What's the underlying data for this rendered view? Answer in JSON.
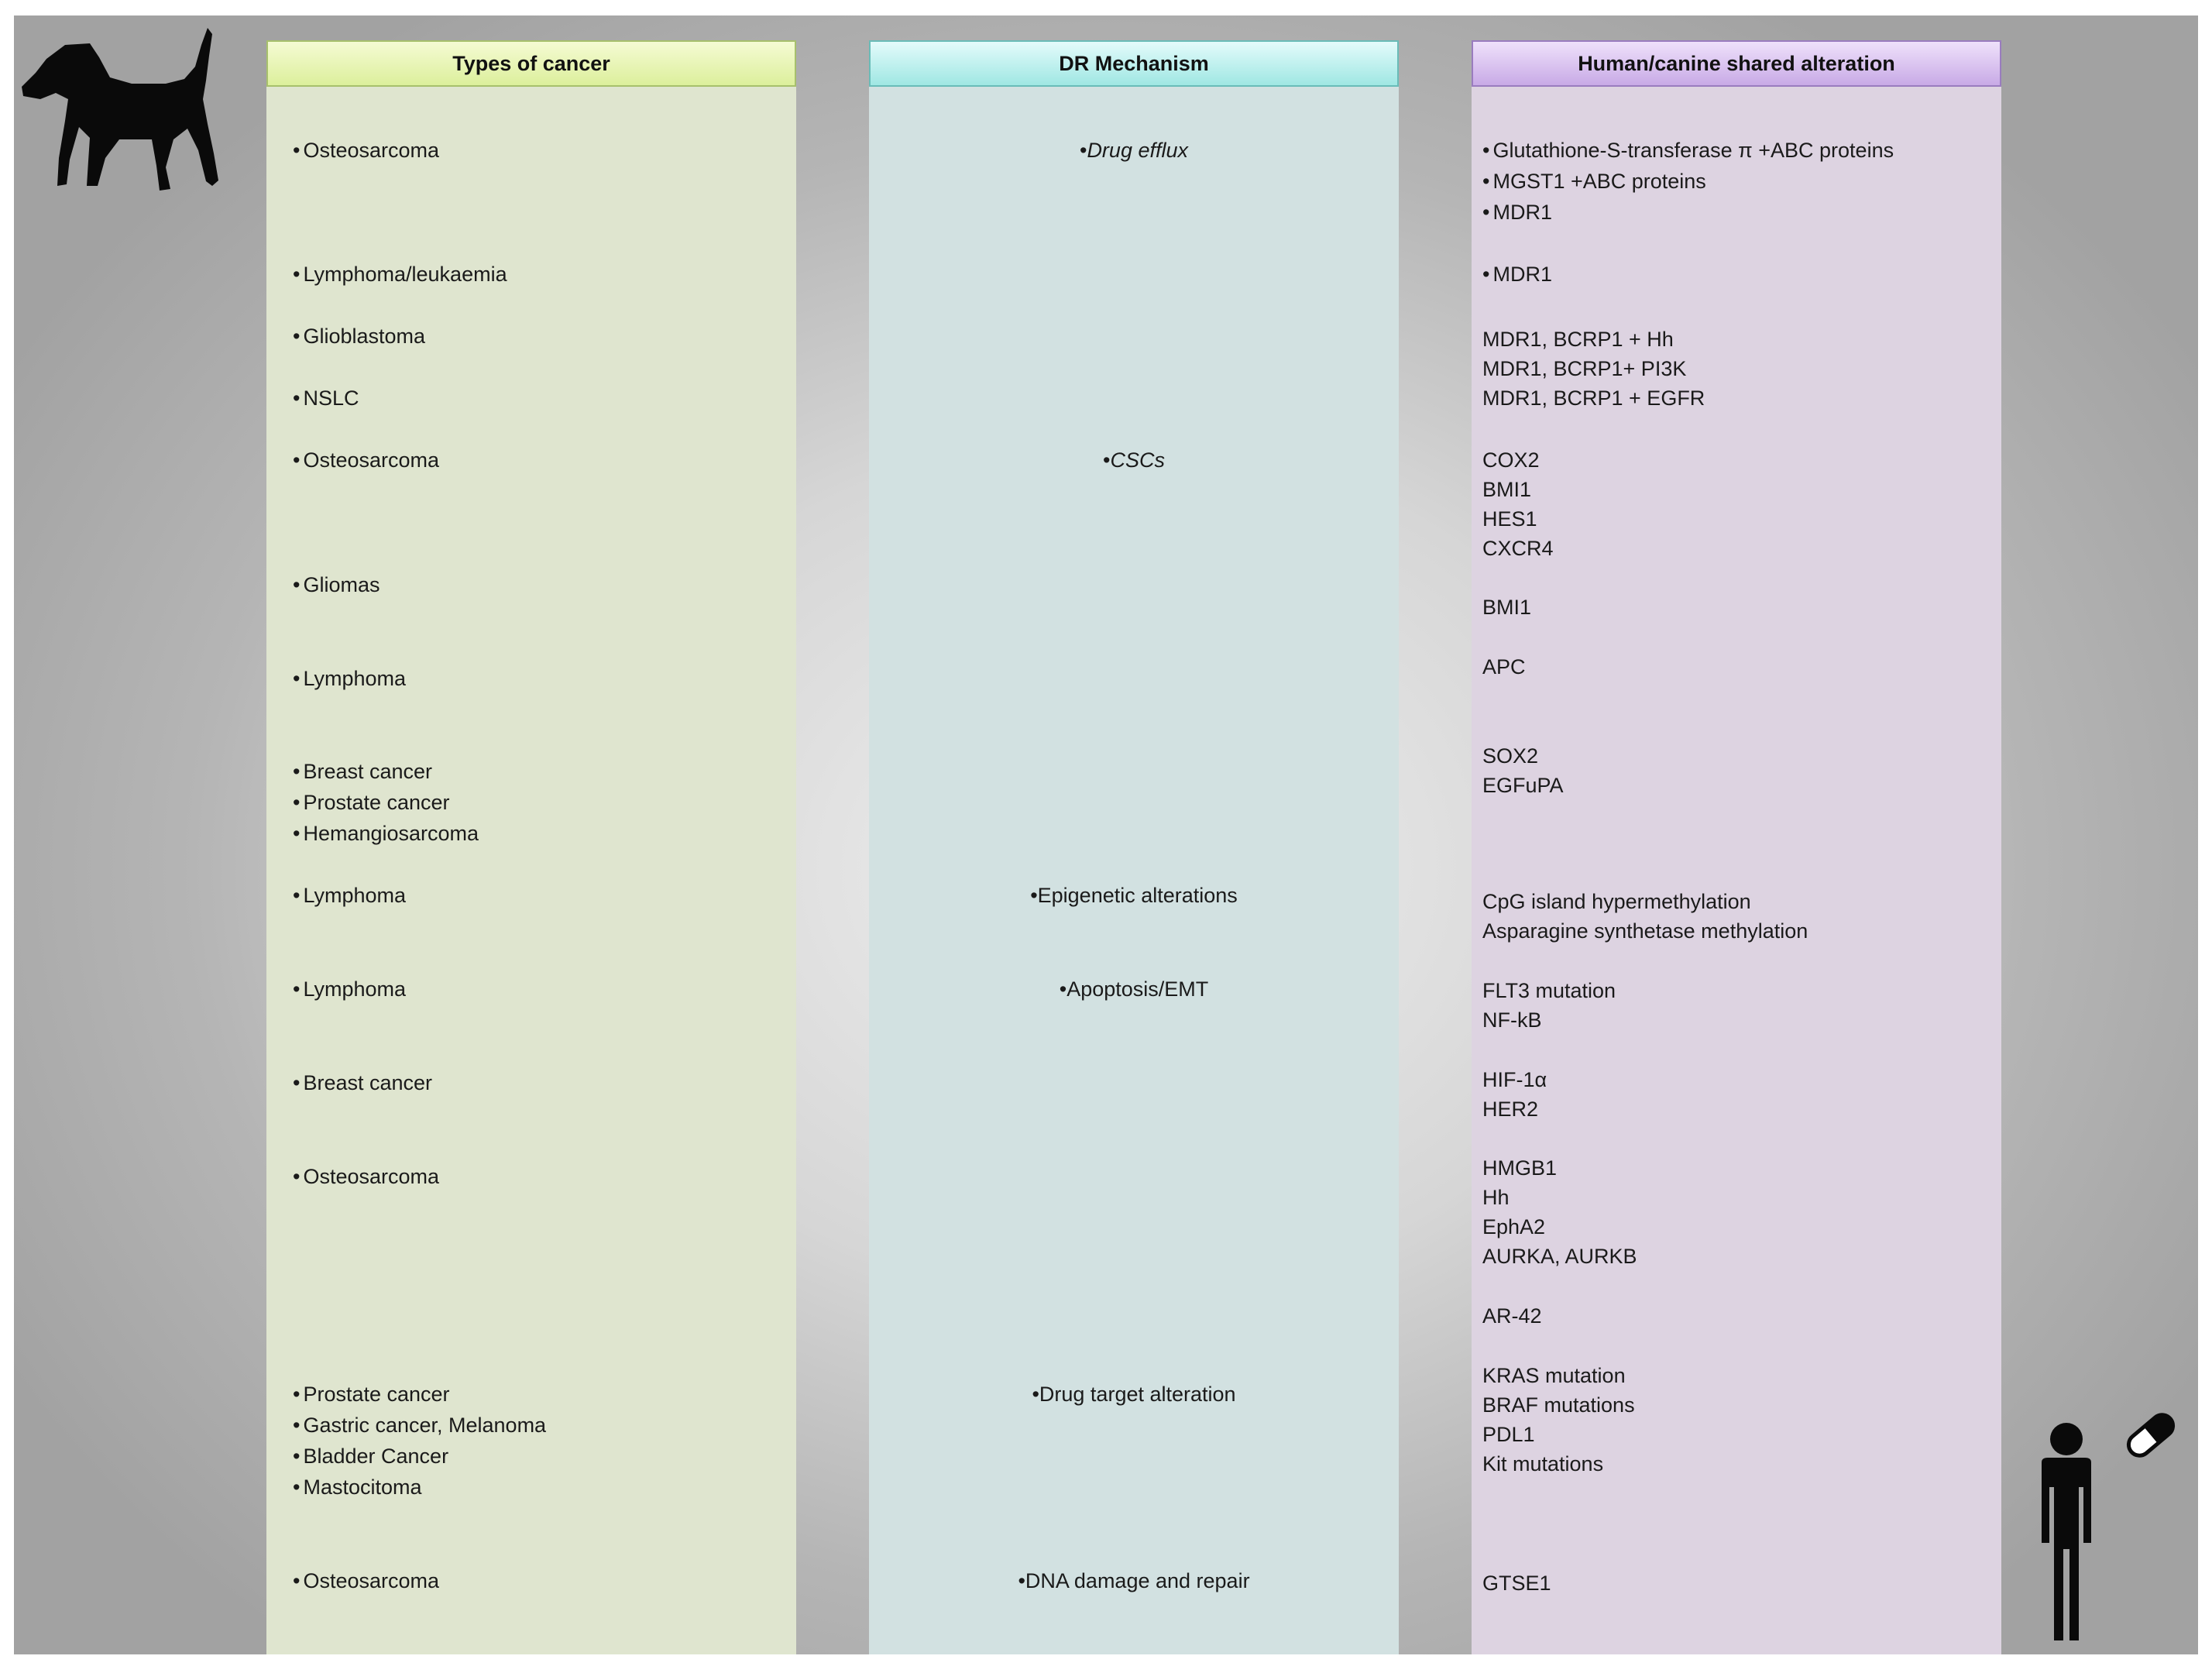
{
  "headers": {
    "types": "Types of cancer",
    "mechanism": "DR Mechanism",
    "alteration": "Human/canine shared alteration"
  },
  "types": [
    "Osteosarcoma",
    "Lymphoma/leukaemia",
    "Glioblastoma",
    "NSLC",
    "Osteosarcoma",
    "Gliomas",
    "Lymphoma",
    "Breast cancer",
    "Prostate cancer",
    "Hemangiosarcoma",
    "Lymphoma",
    "Lymphoma",
    "Breast cancer",
    "Osteosarcoma",
    "Prostate cancer",
    "Gastric cancer, Melanoma",
    "Bladder Cancer",
    "Mastocitoma",
    "Osteosarcoma"
  ],
  "mechanisms": [
    "Drug efflux",
    "CSCs",
    "Epigenetic alterations",
    "Apoptosis/EMT",
    "Drug target alteration",
    "DNA damage and repair"
  ],
  "alterations_bulleted": [
    "Glutathione-S-transferase π +ABC proteins",
    "MGST1 +ABC proteins",
    "MDR1",
    "MDR1"
  ],
  "alterations": [
    "MDR1, BCRP1 + Hh",
    "MDR1, BCRP1+ PI3K",
    "MDR1, BCRP1 + EGFR",
    "COX2",
    "BMI1",
    "HES1",
    "CXCR4",
    "BMI1",
    "APC",
    "SOX2",
    "EGFuPA",
    "CpG island hypermethylation",
    "Asparagine synthetase methylation",
    "FLT3 mutation",
    "NF-kB",
    "HIF-1α",
    "HER2",
    "HMGB1",
    "Hh",
    "EphA2",
    "AURKA, AURKB",
    "AR-42",
    "KRAS mutation",
    "BRAF mutations",
    "PDL1",
    "Kit mutations",
    "GTSE1"
  ],
  "icons": [
    "dog-silhouette-icon",
    "human-silhouette-icon",
    "pill-icon"
  ]
}
